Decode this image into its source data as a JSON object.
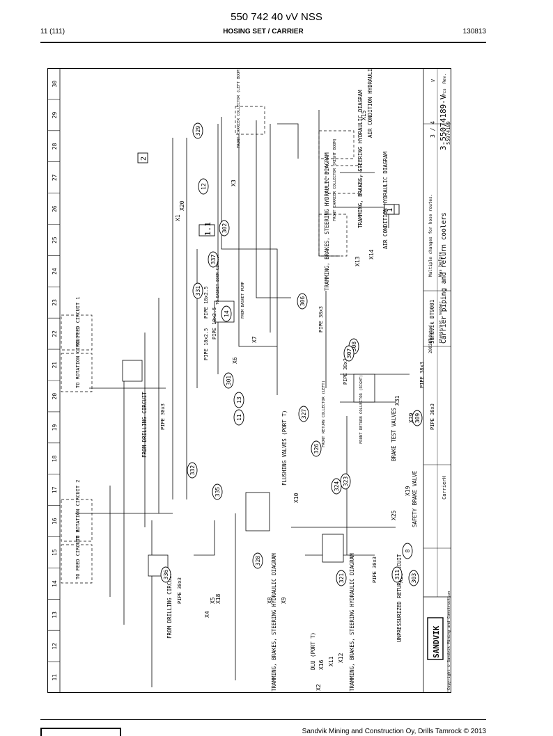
{
  "header": {
    "doc_number": "550 742 40 vV NSS",
    "page": "11 (111)",
    "section": "HOSING SET / CARRIER",
    "date_code": "130813"
  },
  "footer": {
    "copyright": "Sandvik Mining and Construction Oy, Drills Tamrock © 2013"
  },
  "drawing": {
    "grid_numbers": [
      "11",
      "12",
      "13",
      "14",
      "15",
      "16",
      "17",
      "18",
      "19",
      "20",
      "21",
      "22",
      "23",
      "24",
      "25",
      "26",
      "27",
      "28",
      "29",
      "30"
    ],
    "labels": {
      "to_feed_circuit_1": "TO FEED CIRCUIT 1",
      "to_rotation_circuit_1": "TO ROTATION CIRCUIT 1",
      "to_rotation_circuit_2": "TO ROTATION CIRCUIT 2",
      "to_feed_circuit_2": "TO FEED CIRCUIT 2",
      "from_drilling_circuit_1": "FROM DRILLING CIRCUIT",
      "from_drilling_circuit_2": "FROM DRILLING CIRCUIT",
      "pipe_30x3_a": "PIPE 30x3",
      "pipe_30x3_b": "PIPE 30x3",
      "pipe_30x3_c": "PIPE 30x3",
      "pipe_18x25_a": "PIPE 18x2.5",
      "pipe_18x25_b": "PIPE 18x2.5",
      "pipe_18x25_c": "PIPE 18x2.5",
      "pipe_38x3_a": "PIPE 38x3",
      "pipe_38x3_b": "PIPE 38x3",
      "pipe_38x3_c": "PIPE 38x3",
      "pipe_38x3_d": "PIPE 38x3",
      "to_basket_boom": "TO BASKET BOOM CIRCUIT",
      "from_basket_pump": "FROM BASKET PUMP",
      "tramming_1": "TRAMMING, BRAKES, STEERING HYDRAULIC DIAGRAM",
      "tramming_2": "TRAMMING, BRAKES, STEERING HYDRAULIC DIAGRAM",
      "tramming_3": "TRAMMING, BRAKES, STEERING HYDRAULIC DIAGRAM",
      "tramming_4": "TRAMMING, BRAKES, STEERING HYDRAULIC DIAGRAM",
      "air_condition_1": "AIR CONDITION HYDRAULIC DIAGRAM",
      "air_condition_2": "AIR CONDITION HYDRAULIC DIAGRAM",
      "flushing_valves": "FLUSHING VALVES (PORT T)",
      "brake_test_valves": "BRAKE TEST VALVES",
      "safety_brake_valve": "SAFETY BRAKE VALVE",
      "unpressurized_return": "UNPRESSURIZED RETURN CIRCUIT",
      "dlu_port_t": "DLU (PORT T)",
      "front_return_left": "FRONT RETURN COLLECTOR (LEFT)",
      "front_return_right": "FRONT RETURN COLLECTOR (RIGHT)",
      "front_carrier_left": "FRONT CARRIER COLLECTOR (LEFT BOOM)",
      "front_carrier_right": "FRONT CARRIER COLLECTOR (RIGHT BOOM)",
      "box_1_1": "1.1",
      "box_1": "1",
      "box_2": "2"
    },
    "connectors": [
      "X1",
      "X2",
      "X3",
      "X4",
      "X5",
      "X6",
      "X7",
      "X8",
      "X9",
      "X10",
      "X11",
      "X12",
      "X13",
      "X14",
      "X15",
      "X16",
      "X18",
      "X19",
      "X20",
      "X25",
      "X28",
      "X29",
      "X31"
    ],
    "callouts": [
      "329",
      "12",
      "302",
      "337",
      "331",
      "14",
      "306",
      "308",
      "307",
      "301",
      "13",
      "11",
      "327",
      "326",
      "332",
      "335",
      "324",
      "323",
      "309",
      "328",
      "336",
      "321",
      "311",
      "303",
      "8"
    ],
    "title_block": {
      "company": "SANDVIK",
      "copyright_note": "Copyright © Sandvik Mining and Construction",
      "product": "Sandvik DT9001",
      "drawing_title": "Carrier piping and return coolers",
      "drawing_number": "3-55074189-V",
      "sub_number": "55074189",
      "sheet": "3 / 4",
      "revision": "V",
      "updated": "Updated",
      "change": "Change/not. number",
      "was_before": "Was before",
      "rev_note": "Multiple changes for hose routes.",
      "date": "200217",
      "carrier": "CarrierH",
      "pcs": "Pcs",
      "rev": "Rev."
    }
  }
}
